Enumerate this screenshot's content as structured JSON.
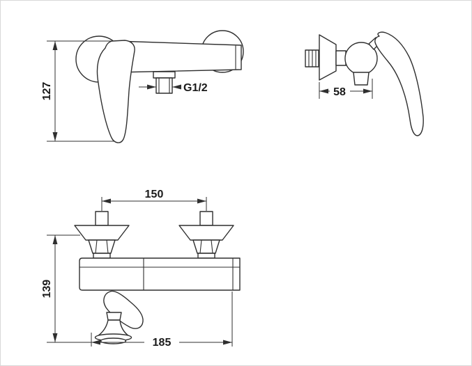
{
  "meta": {
    "background_color": "#ffffff",
    "line_color": "#2f2f2f",
    "content": "shower-mixer-technical-drawing"
  },
  "labels": {
    "front_height": "127",
    "thread_size": "G1/2",
    "side_depth": "58",
    "union_spacing": "150",
    "overall_height": "139",
    "overall_width": "185"
  }
}
